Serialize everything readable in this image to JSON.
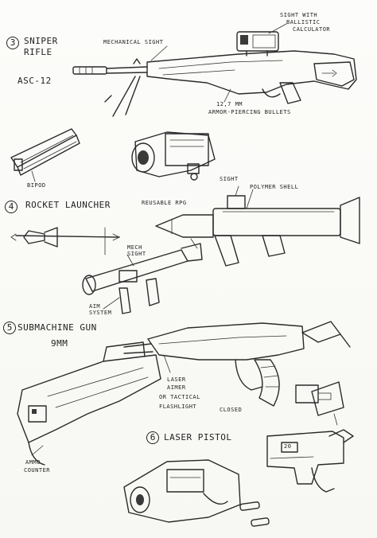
{
  "sections": [
    {
      "number": "3",
      "title_line1": "SNIPER",
      "title_line2": "RIFLE",
      "model": "ASC-12"
    },
    {
      "number": "4",
      "title": "ROCKET LAUNCHER"
    },
    {
      "number": "5",
      "title": "SUBMACHINE GUN",
      "caliber": "9MM"
    },
    {
      "number": "6",
      "title": "LASER PISTOL"
    }
  ],
  "labels": {
    "mechanical_sight": "MECHANICAL SIGHT",
    "sight_ballistic_l1": "SIGHT WITH",
    "sight_ballistic_l2": "BALLISTIC",
    "sight_ballistic_l3": "CALCULATOR",
    "ammo_l1": "12,7 MM",
    "ammo_l2": "ARMOR-PIERCING BULLETS",
    "bipod": "BIPOD",
    "reusable_rpg": "REUSABLE RPG",
    "sight": "SIGHT",
    "polymer_shell": "POLYMER SHELL",
    "mech_sight_l1": "MECH",
    "mech_sight_l2": "SIGHT",
    "aim_system_l1": "AIM",
    "aim_system_l2": "SYSTEM",
    "laser_l1": "LASER",
    "laser_l2": "AIMER",
    "laser_l3": "OR TACTICAL",
    "laser_l4": "FLASHLIGHT",
    "closed": "CLOSED",
    "ammo_counter_l1": "AMMO",
    "ammo_counter_l2": "COUNTER",
    "pistol_counter": "20"
  }
}
